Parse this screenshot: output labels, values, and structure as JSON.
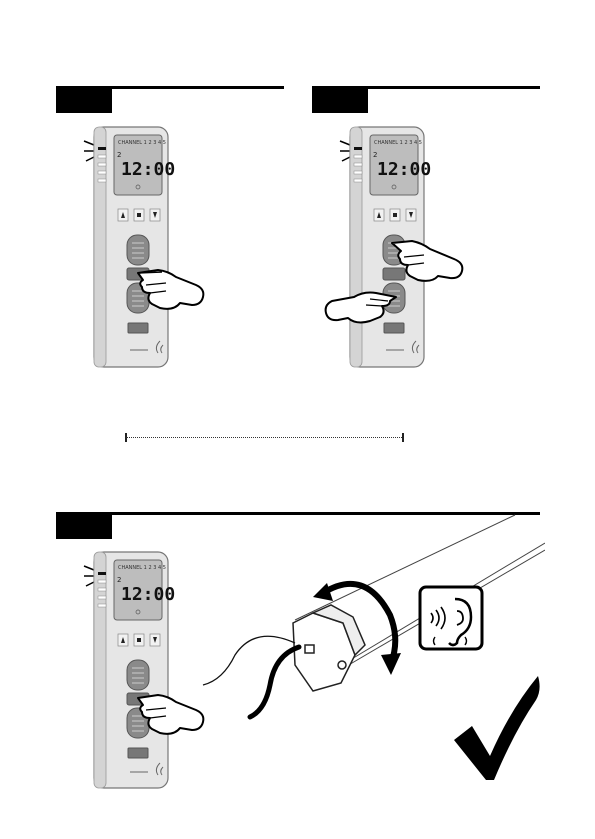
{
  "steps": [
    {
      "id": "step-1",
      "lcd": {
        "channel_label": "CHANNEL  1 2 3 4 5",
        "channel_number": "2",
        "time": "12:00"
      }
    },
    {
      "id": "step-2",
      "lcd": {
        "channel_label": "CHANNEL  1 2 3 4 5",
        "channel_number": "2",
        "time": "12:00"
      }
    },
    {
      "id": "step-3",
      "lcd": {
        "channel_label": "CHANNEL  1 2 3 4 5",
        "channel_number": "2",
        "time": "12:00"
      }
    }
  ],
  "icons": [
    "hand-press-icon",
    "ear-sound-icon",
    "rotation-arrow-icon",
    "checkmark-icon"
  ]
}
